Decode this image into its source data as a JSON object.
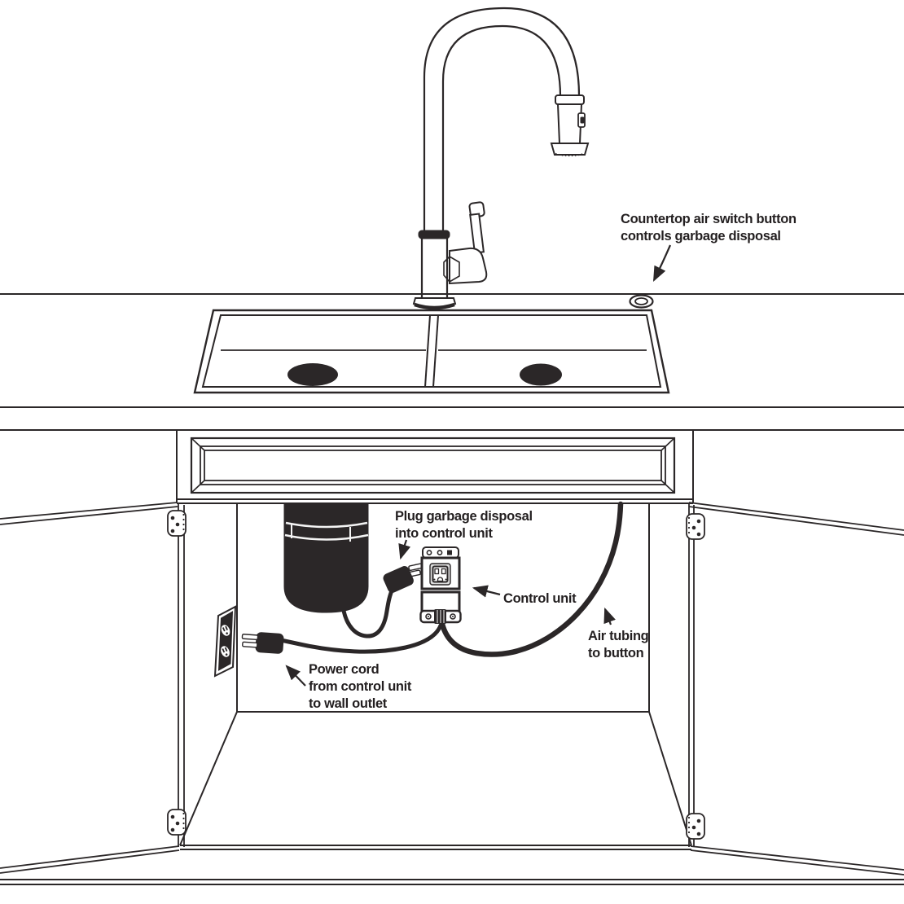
{
  "labels": {
    "air_switch": {
      "line1": "Countertop air switch button",
      "line2": "controls garbage disposal"
    },
    "plug_disposal": {
      "line1": "Plug garbage disposal",
      "line2": "into control unit"
    },
    "control_unit": "Control unit",
    "air_tubing": {
      "line1": "Air tubing",
      "line2": "to button"
    },
    "power_cord": {
      "line1": "Power cord",
      "line2": "from control unit",
      "line3": "to wall outlet"
    }
  },
  "colors": {
    "line": "#2b2728",
    "text": "#231f20",
    "background": "#ffffff"
  }
}
